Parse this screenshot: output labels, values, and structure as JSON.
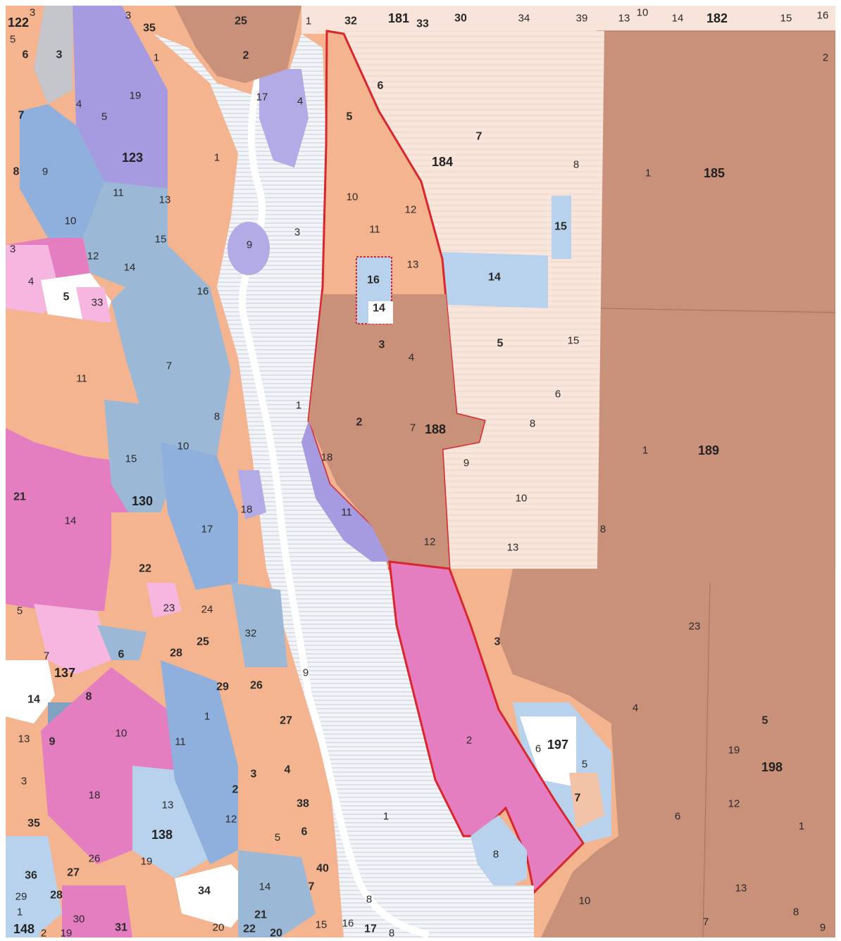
{
  "map": {
    "colors": {
      "dark_brown": "#c9907a",
      "brown_border": "#a57060",
      "light_cream": "#f8e4da",
      "salmon": "#f3b48f",
      "light_blue": "#b8d2ee",
      "steel_blue": "#9bb8d6",
      "blue_mid": "#8fb0dc",
      "lavender": "#b2abe6",
      "violet": "#a69ae0",
      "pink": "#e57ec0",
      "pink_light": "#f6b6e0",
      "hatched_white": "#eef2f7",
      "grey": "#c4c6cb",
      "red_outline": "#d9262c"
    },
    "block_labels": [
      "122",
      "123",
      "130",
      "137",
      "138",
      "148",
      "181",
      "182",
      "184",
      "185",
      "188",
      "189",
      "197",
      "198"
    ],
    "plot_labels": [
      "1",
      "2",
      "3",
      "4",
      "5",
      "6",
      "7",
      "8",
      "9",
      "10",
      "11",
      "12",
      "13",
      "14",
      "15",
      "16",
      "17",
      "18",
      "19",
      "20",
      "21",
      "22",
      "23",
      "24",
      "25",
      "26",
      "27",
      "28",
      "29",
      "30",
      "31",
      "32",
      "33",
      "34",
      "35",
      "36",
      "38",
      "39",
      "40"
    ]
  }
}
